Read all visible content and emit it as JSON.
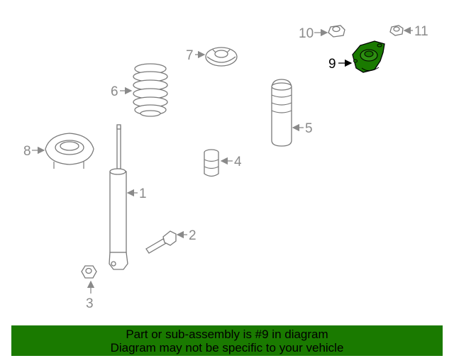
{
  "diagram": {
    "highlight_color": "#1a7a00",
    "callouts": [
      "1",
      "2",
      "3",
      "4",
      "5",
      "6",
      "7",
      "8",
      "9",
      "10",
      "11"
    ],
    "selected": "9"
  },
  "banner": {
    "line1": "Part or sub-assembly is #9 in diagram",
    "line2": "Diagram may not be specific to your vehicle",
    "color": "#1a7a00"
  }
}
